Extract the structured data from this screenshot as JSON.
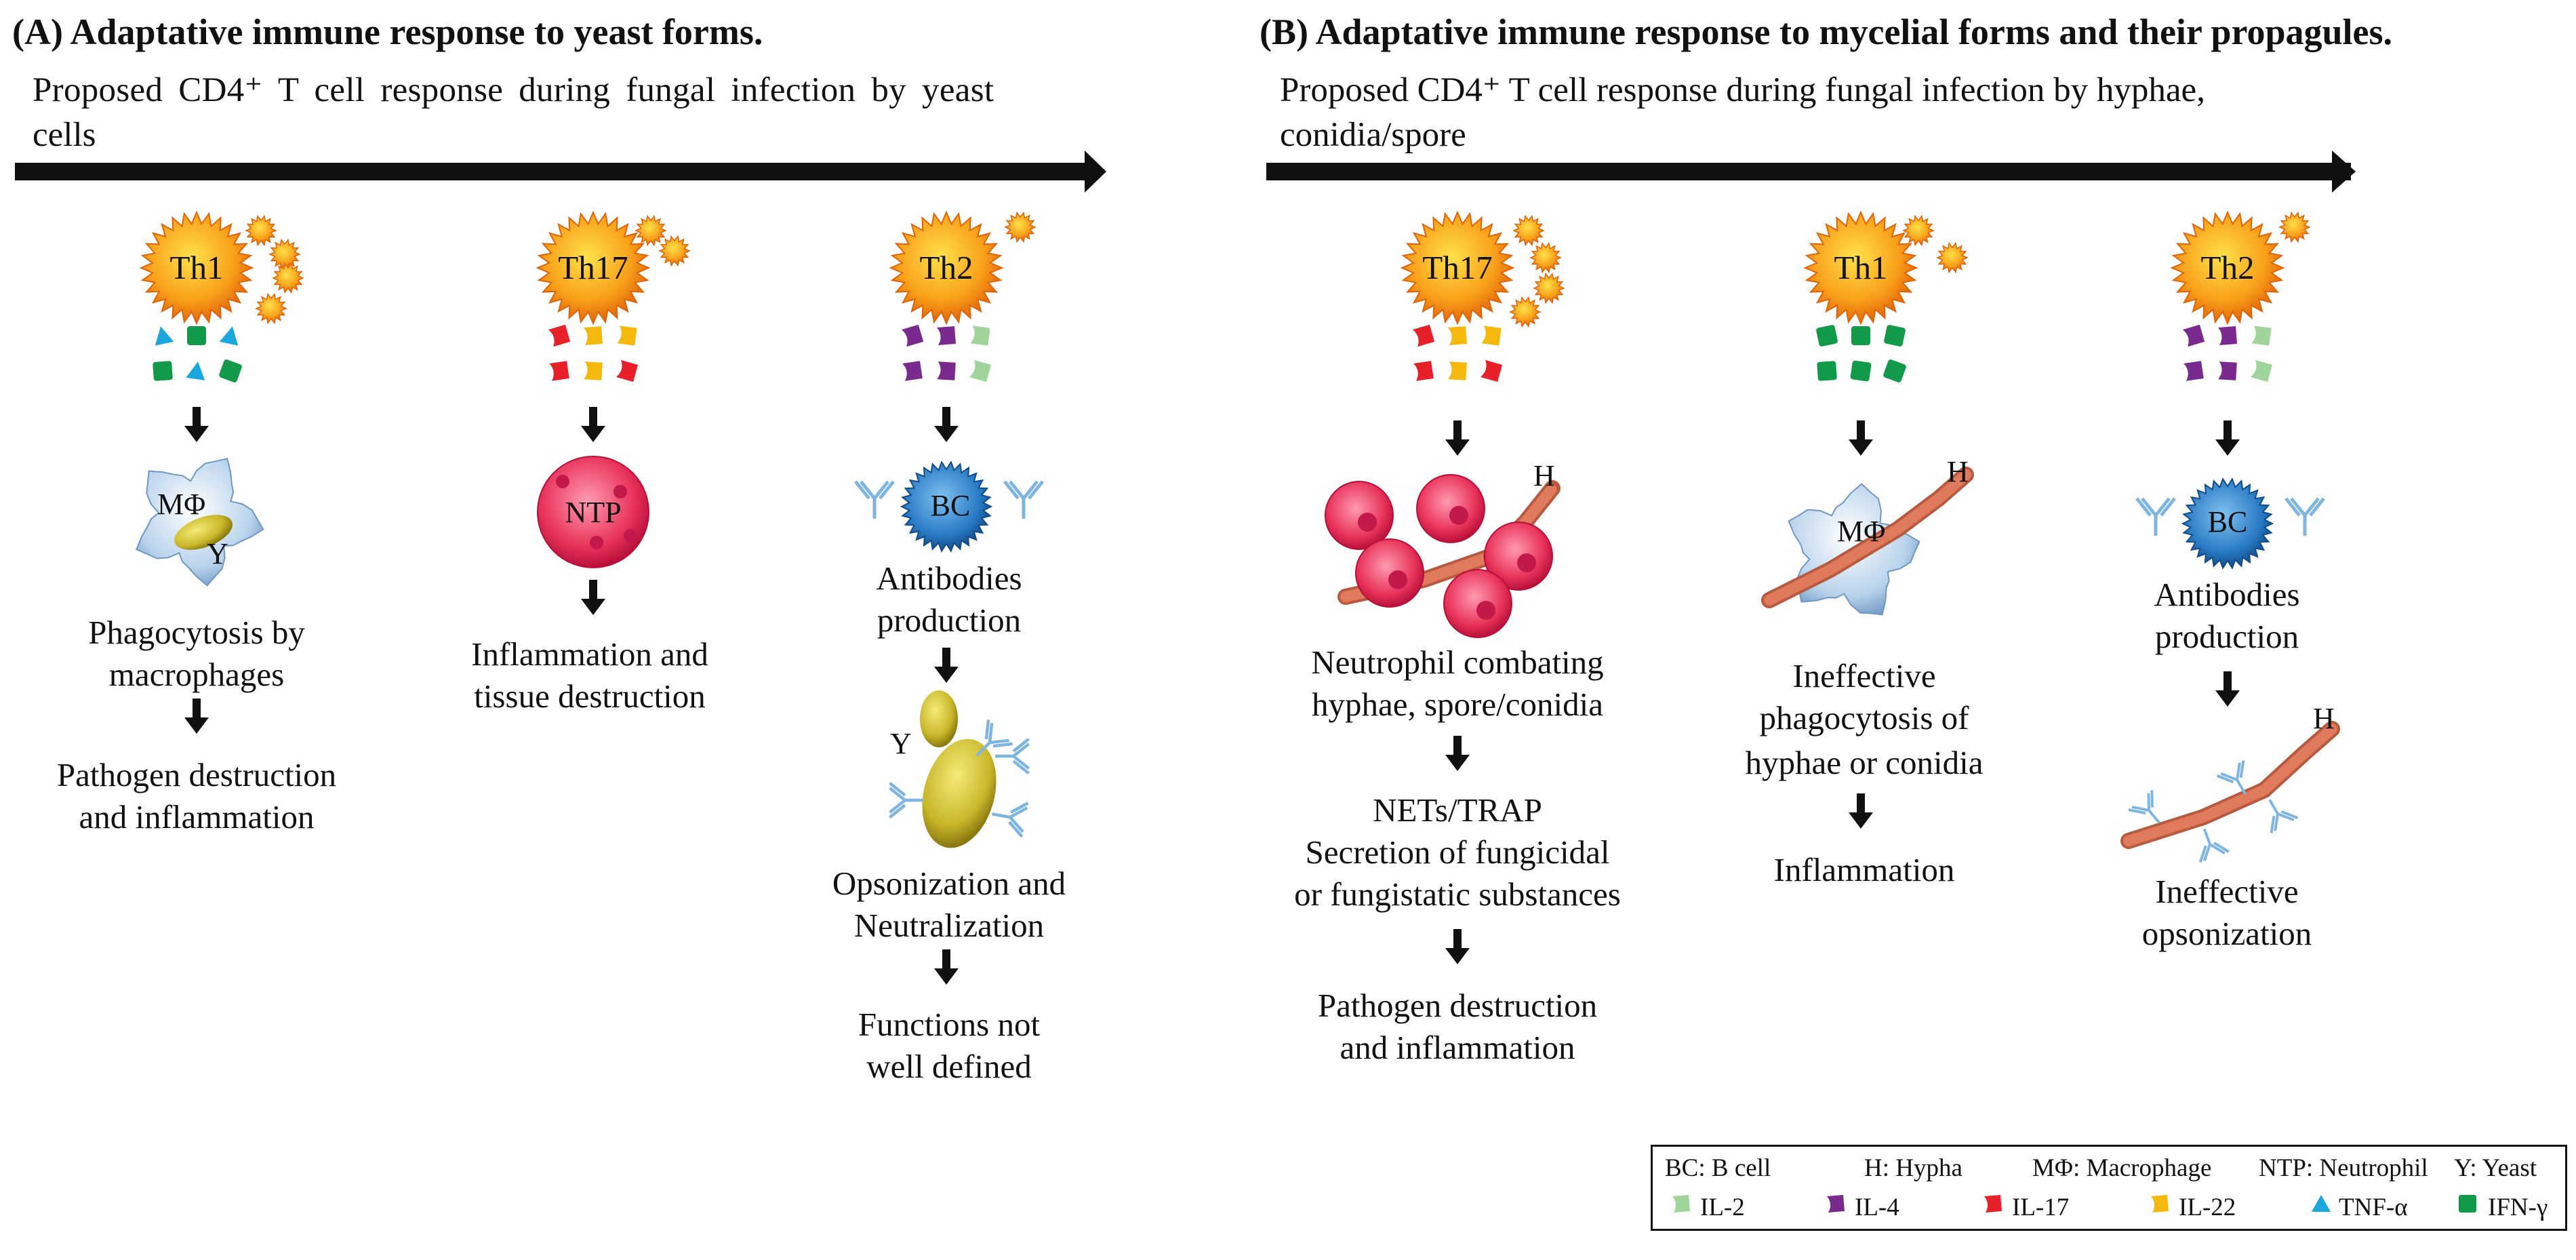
{
  "panels": {
    "a": {
      "title": "(A) Adaptative immune response to yeast forms.",
      "subtitle_line1": "Proposed CD4⁺ T cell response during fungal infection by yeast",
      "subtitle_line2": "cells",
      "cells": [
        {
          "name": "Th1",
          "cytokines": [
            [
              "tnf",
              "il2b",
              "tnf"
            ],
            [
              "ifn",
              "tnf",
              "ifn"
            ]
          ]
        },
        {
          "name": "Th17",
          "cytokines": [
            [
              "il17",
              "il22",
              "il22"
            ],
            [
              "il17",
              "il22",
              "il17"
            ]
          ]
        },
        {
          "name": "Th2",
          "cytokines": [
            [
              "il4",
              "il4",
              "il2"
            ],
            [
              "il4",
              "il4",
              "il2"
            ]
          ]
        }
      ],
      "col1": {
        "mphi": "MΦ",
        "y": "Y",
        "text1a": "Phagocytosis by",
        "text1b": "macrophages",
        "text2a": "Pathogen destruction",
        "text2b": "and inflammation"
      },
      "col2": {
        "ntp": "NTP",
        "text1a": "Inflammation and",
        "text1b": "tissue destruction"
      },
      "col3": {
        "bc": "BC",
        "text1a": "Antibodies",
        "text1b": "production",
        "y": "Y",
        "text2a": "Opsonization and",
        "text2b": "Neutralization",
        "text3a": "Functions not",
        "text3b": "well defined"
      }
    },
    "b": {
      "title": "(B) Adaptative immune response to mycelial forms and their propagules.",
      "subtitle_line1": "Proposed CD4⁺ T cell response during fungal infection by hyphae,",
      "subtitle_line2": "conidia/spore",
      "cells": [
        {
          "name": "Th17",
          "cytokines": [
            [
              "il17",
              "il22",
              "il22"
            ],
            [
              "il17",
              "il22",
              "il17"
            ]
          ]
        },
        {
          "name": "Th1",
          "cytokines": [
            [
              "ifn",
              "ifn",
              "ifn"
            ],
            [
              "ifn",
              "ifn",
              "ifn"
            ]
          ]
        },
        {
          "name": "Th2",
          "cytokines": [
            [
              "il4",
              "il4",
              "il2"
            ],
            [
              "il4",
              "il4",
              "il2"
            ]
          ]
        }
      ],
      "col1": {
        "h": "H",
        "text1a": "Neutrophil combating",
        "text1b": "hyphae, spore/conidia",
        "text2a": "NETs/TRAP",
        "text2b": "Secretion of fungicidal",
        "text2c": "or fungistatic substances",
        "text3a": "Pathogen destruction",
        "text3b": "and inflammation"
      },
      "col2": {
        "h": "H",
        "mphi": "MΦ",
        "text1a": "Ineffective",
        "text1b": "phagocytosis of",
        "text1c": "hyphae or conidia",
        "text2": "Inflammation"
      },
      "col3": {
        "bc": "BC",
        "text1a": "Antibodies",
        "text1b": "production",
        "h": "H",
        "text2a": "Ineffective",
        "text2b": "opsonization"
      }
    }
  },
  "legend": {
    "abbrev": [
      "BC: B cell",
      "H: Hypha",
      "MΦ: Macrophage",
      "NTP: Neutrophil",
      "Y: Yeast"
    ],
    "cytokines": [
      {
        "id": "il2",
        "label": "IL-2",
        "color": "#9fd49a"
      },
      {
        "id": "il4",
        "label": "IL-4",
        "color": "#7a2a8e"
      },
      {
        "id": "il17",
        "label": "IL-17",
        "color": "#e8202a"
      },
      {
        "id": "il22",
        "label": "IL-22",
        "color": "#f5b80c"
      },
      {
        "id": "tnf",
        "label": "TNF-α",
        "color": "#1aa7e0"
      },
      {
        "id": "ifn",
        "label": "IFN-γ",
        "color": "#119a4a"
      }
    ]
  },
  "colors": {
    "th_cell": "#f58a10",
    "th_cell_light": "#ffd23a",
    "neutrophil": "#e8325a",
    "bcell": "#1f6fb5",
    "macrophage": "#aecbe6",
    "yeast": "#c9b62a",
    "hypha": "#e07a5c",
    "antibody": "#7fb6e0",
    "arrow": "#111111"
  }
}
